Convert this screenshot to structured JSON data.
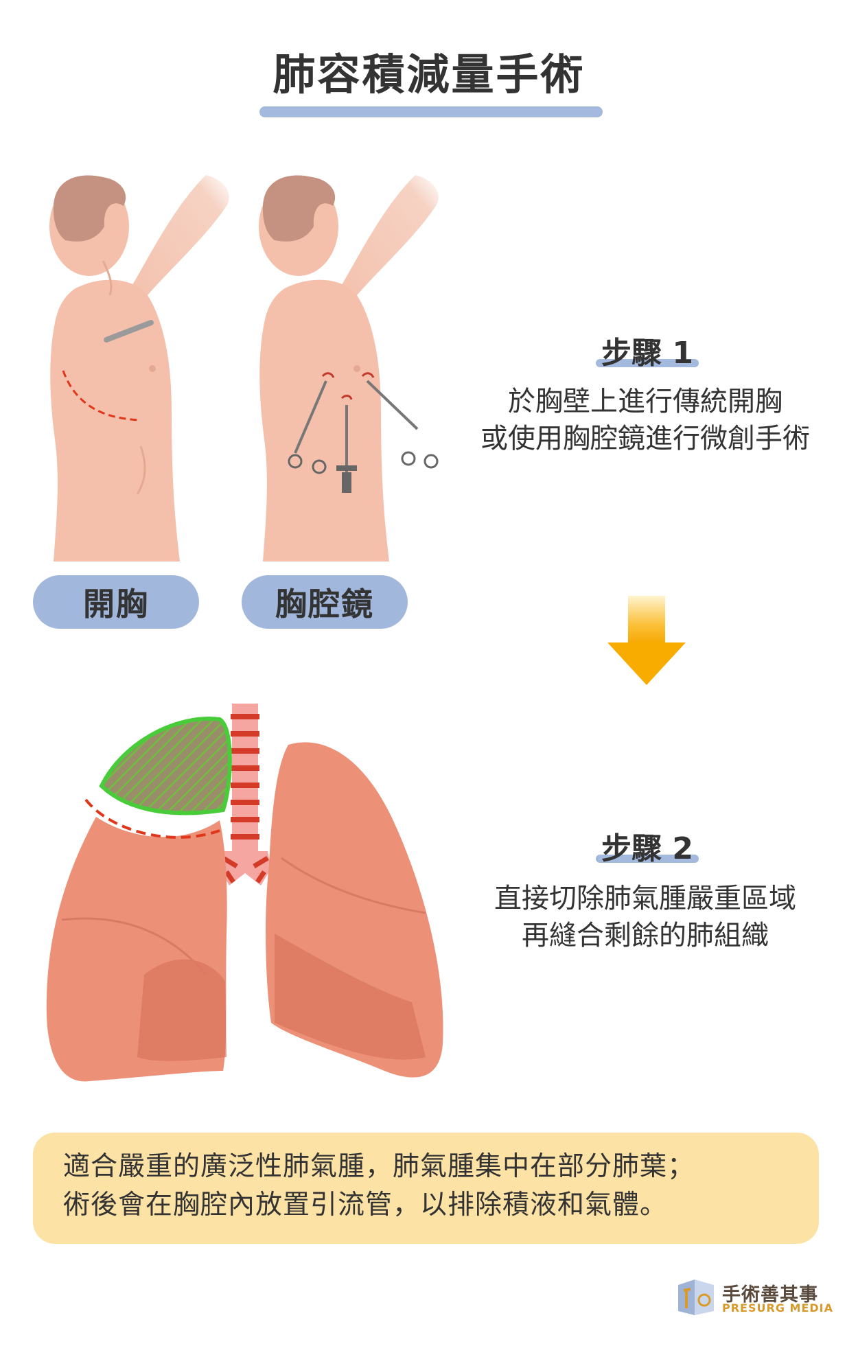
{
  "page": {
    "title": "肺容積減量手術"
  },
  "procedures": {
    "open_label": "開胸",
    "thoracoscopy_label": "胸腔鏡"
  },
  "steps": [
    {
      "heading": "步驟 1",
      "lines": [
        "於胸壁上進行傳統開胸",
        "或使用胸腔鏡進行微創手術"
      ]
    },
    {
      "heading": "步驟 2",
      "lines": [
        "直接切除肺氣腫嚴重區域",
        "再縫合剩餘的肺組織"
      ]
    }
  ],
  "note": {
    "lines": [
      "適合嚴重的廣泛性肺氣腫，肺氣腫集中在部分肺葉；",
      "術後會在胸腔內放置引流管，以排除積液和氣體。"
    ]
  },
  "brand": {
    "name_cn": "手術善其事",
    "name_en": "PRESURG MEDIA"
  },
  "colors": {
    "accent_blue": "#a3b9dd",
    "note_bg": "#fde2a6",
    "arrow": "#fbb000",
    "lung": "#ec9077",
    "excised_outline": "#49cc3a",
    "incision": "#e0361a"
  }
}
